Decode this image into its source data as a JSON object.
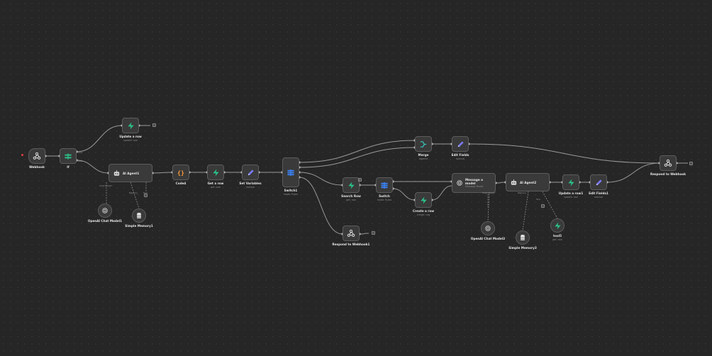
{
  "colors": {
    "background": "#262626",
    "node_fill": "#3a3a3a",
    "node_border": "#5c5c5c",
    "edge": "#9a9a9a",
    "green": "#2bc48a",
    "blue": "#3b82f6",
    "purple": "#7b7bff",
    "orange": "#ff9b38",
    "teal": "#3cc7c0"
  },
  "nodes": {
    "webhook": {
      "label": "Webhook",
      "icon": "webhook-icon"
    },
    "if": {
      "label": "If",
      "icon": "if-icon"
    },
    "update_row": {
      "label": "Update a row",
      "sub": "update: row",
      "icon": "supabase-icon"
    },
    "ai_agent1": {
      "label": "AI Agent1",
      "icon": "robot-icon"
    },
    "code": {
      "label": "Code4",
      "icon": "code-icon"
    },
    "get_row": {
      "label": "Get a row",
      "sub": "get: row",
      "icon": "supabase-icon"
    },
    "set_variables": {
      "label": "Set Variables",
      "sub": "manual",
      "icon": "pencil-icon"
    },
    "switch1": {
      "label": "Switch1",
      "sub": "mode: Rules",
      "icon": "switch-icon"
    },
    "merge": {
      "label": "Merge",
      "sub": "append",
      "icon": "merge-icon"
    },
    "edit_fields": {
      "label": "Edit Fields",
      "sub": "manual",
      "icon": "pencil-icon"
    },
    "search_row": {
      "label": "Search Row",
      "sub": "get: row",
      "icon": "supabase-icon"
    },
    "switch": {
      "label": "Switch",
      "sub": "mode: Rules",
      "icon": "switch-icon"
    },
    "create_row": {
      "label": "Create a row",
      "sub": "create: row",
      "icon": "supabase-icon"
    },
    "message_model": {
      "label": "Message a model",
      "sub": "Message Model",
      "icon": "openai-icon"
    },
    "ai_agent2": {
      "label": "AI Agent2",
      "icon": "robot-icon"
    },
    "update_row1": {
      "label": "Update a row1",
      "sub": "update: row",
      "icon": "supabase-icon"
    },
    "edit_fields1": {
      "label": "Edit Fields1",
      "sub": "manual",
      "icon": "pencil-icon"
    },
    "respond_webhook": {
      "label": "Respond to Webhook",
      "icon": "respond-icon"
    },
    "respond_webhook1": {
      "label": "Respond to Webhook1",
      "icon": "respond-icon"
    },
    "openai_chat1": {
      "label": "OpenAI Chat Model1",
      "icon": "openai-icon"
    },
    "simple_memory1": {
      "label": "Simple Memory1",
      "icon": "database-icon"
    },
    "openai_chat3": {
      "label": "OpenAI Chat Model3",
      "icon": "openai-icon"
    },
    "simple_memory3": {
      "label": "Simple Memory3",
      "icon": "database-icon"
    },
    "tool5": {
      "label": "tool5",
      "sub": "get: row",
      "icon": "supabase-icon"
    }
  },
  "port_labels": {
    "if_true": "true",
    "if_false": "false",
    "chat_model": "Chat Model*",
    "memory": "Memory",
    "tool": "Tool"
  },
  "plus_symbol": "+"
}
